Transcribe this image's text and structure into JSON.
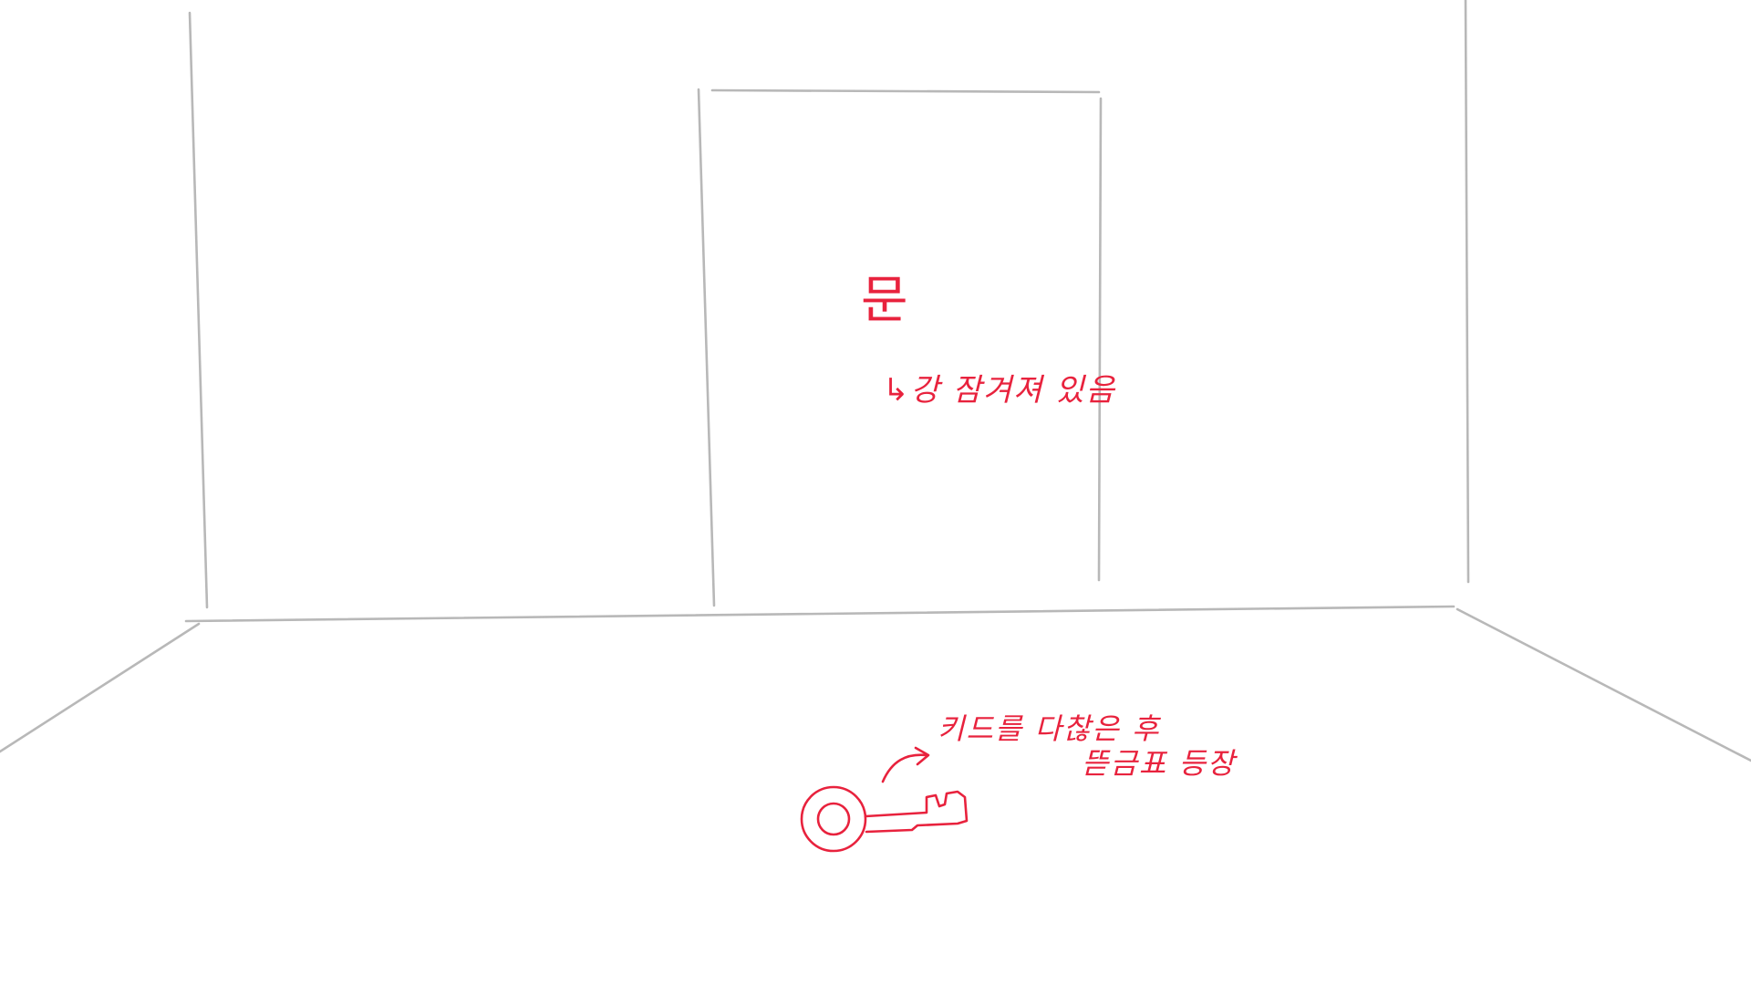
{
  "door": {
    "title": "문",
    "note": "↳강 잠겨져 있음"
  },
  "key": {
    "icon": "key-icon",
    "note_line1": "키드를 다찮은 후",
    "note_line2": "뜯금표 등장"
  },
  "colors": {
    "sketch_line": "#b8b8b8",
    "annotation": "#e8223d",
    "background": "#ffffff"
  }
}
